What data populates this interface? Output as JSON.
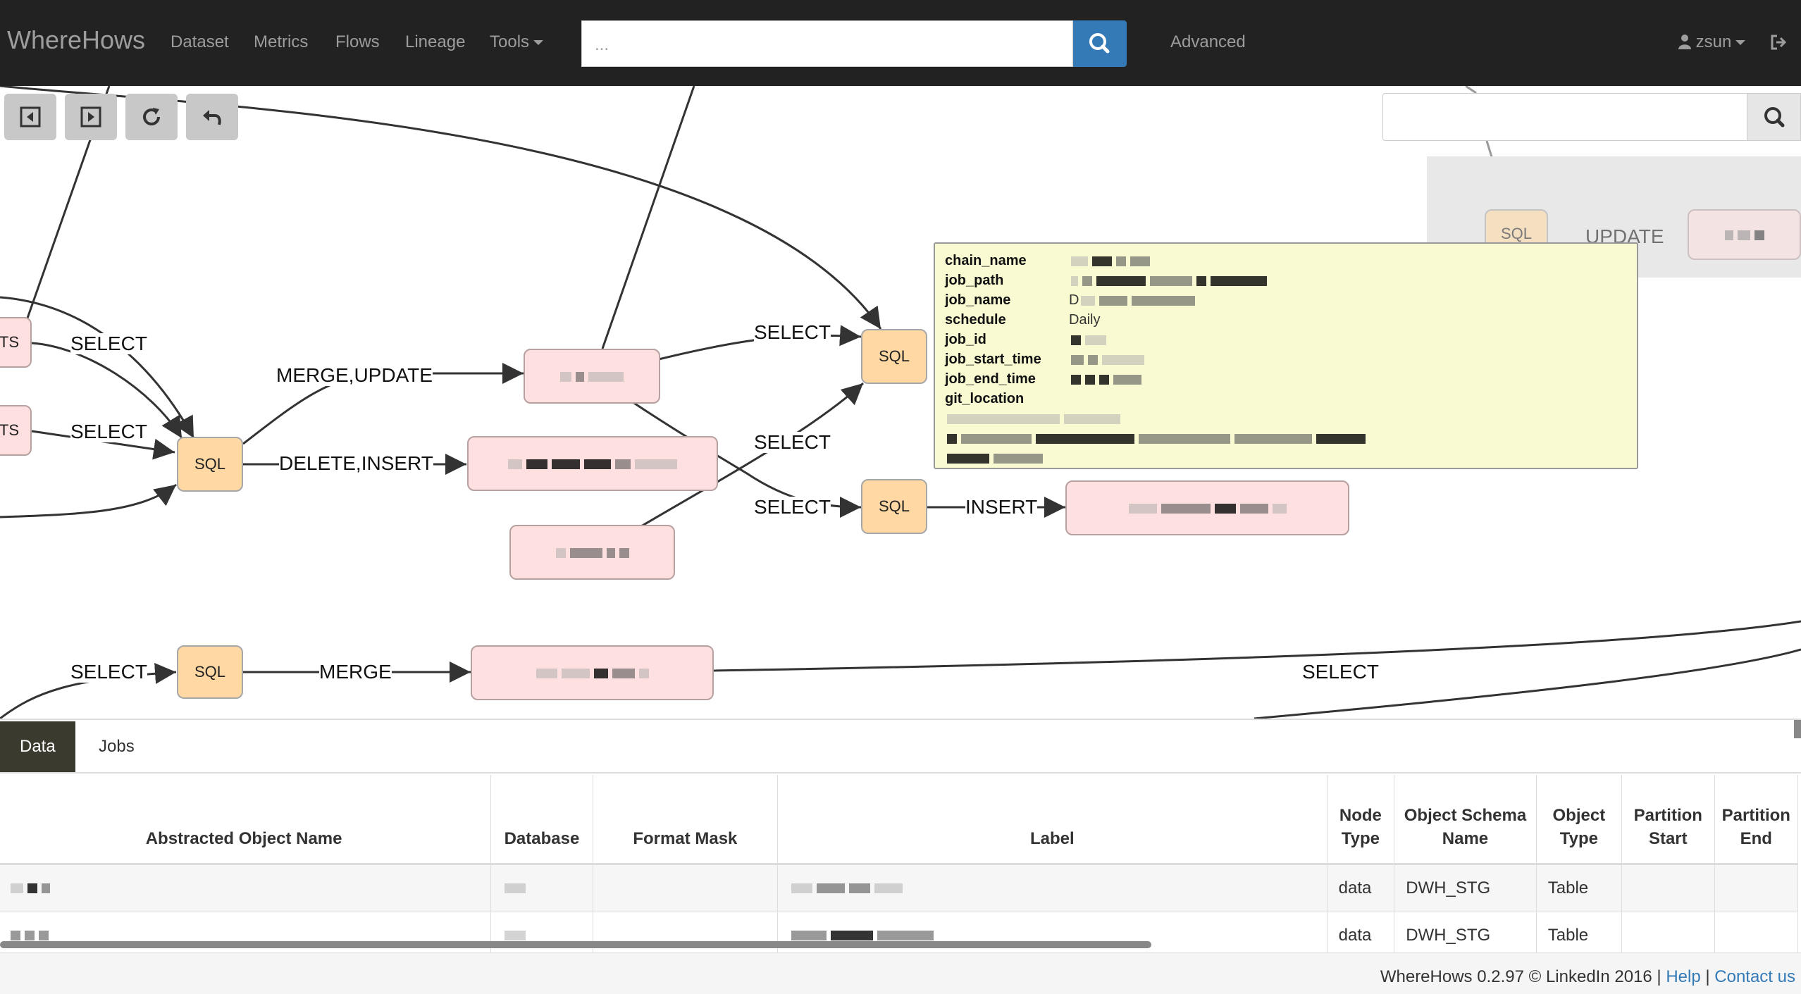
{
  "navbar": {
    "brand": "WhereHows",
    "links": [
      "Dataset",
      "Metrics",
      "Flows",
      "Lineage"
    ],
    "tools_label": "Tools",
    "search_placeholder": "...",
    "advanced_label": "Advanced",
    "user": "zsun"
  },
  "graph": {
    "nodes": {
      "left_ts_1": "TS",
      "left_ts_2": "TS",
      "sql_1": "SQL",
      "sql_2": "SQL",
      "sql_3": "SQL",
      "sql_4": "SQL",
      "sql_faded": "SQL"
    },
    "edge_labels": {
      "e1": "SELECT",
      "e2": "SELECT",
      "e3": "MERGE,UPDATE",
      "e4": "DELETE,INSERT",
      "e5": "SELECT",
      "e6": "SELECT",
      "e7": "SELECT",
      "e8": "INSERT",
      "e9": "SELECT",
      "e10": "MERGE",
      "e11": "SELECT",
      "e12": "UPDATE"
    }
  },
  "tooltip": {
    "rows": [
      {
        "key": "chain_name",
        "value": ""
      },
      {
        "key": "job_path",
        "value": ""
      },
      {
        "key": "job_name",
        "value": "D"
      },
      {
        "key": "schedule",
        "value": "Daily"
      },
      {
        "key": "job_id",
        "value": ""
      },
      {
        "key": "job_start_time",
        "value": ""
      },
      {
        "key": "job_end_time",
        "value": ""
      },
      {
        "key": "git_location",
        "value": ""
      }
    ]
  },
  "panel": {
    "tabs": [
      "Data",
      "Jobs"
    ],
    "columns": [
      "Abstracted Object Name",
      "Database",
      "Format Mask",
      "Label",
      "Node Type",
      "Object Schema Name",
      "Object Type",
      "Partition Start",
      "Partition End"
    ],
    "rows": [
      {
        "node_type": "data",
        "schema": "DWH_STG",
        "object_type": "Table"
      },
      {
        "node_type": "data",
        "schema": "DWH_STG",
        "object_type": "Table"
      }
    ]
  },
  "footer": {
    "text": "WhereHows 0.2.97 © LinkedIn 2016 |",
    "help": "Help",
    "sep": "|",
    "contact": "Contact us"
  },
  "colors": {
    "navbar": "#222222",
    "primary": "#337ab7",
    "sql_node": "#ffd8a3",
    "table_node": "#ffe0e0",
    "tooltip_bg": "#fafad2"
  }
}
